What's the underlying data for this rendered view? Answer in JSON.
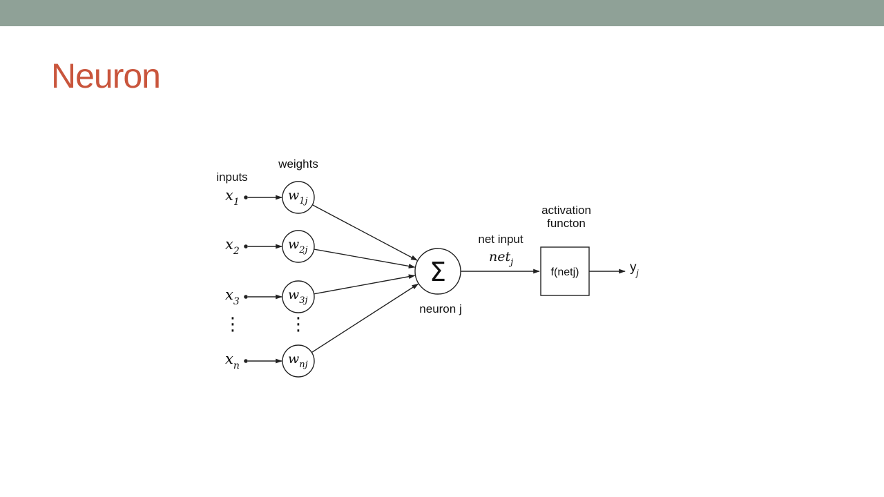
{
  "slide": {
    "title": "Neuron",
    "title_color": "#c9553c",
    "accent_bar_color": "#8fa197"
  },
  "diagram": {
    "labels": {
      "inputs": "inputs",
      "weights": "weights",
      "net_input": "net input",
      "activation_line1": "activation",
      "activation_line2": "functon",
      "neuron": "neuron j",
      "function_box": "f(netj)"
    },
    "summation_symbol": "Σ",
    "vertical_ellipsis": "⋮",
    "net": {
      "base": "net",
      "sub": "j"
    },
    "output": {
      "base": "y",
      "sub": "j"
    },
    "inputs": [
      {
        "x_base": "x",
        "x_sub": "1",
        "w_base": "w",
        "w_sub": "1j"
      },
      {
        "x_base": "x",
        "x_sub": "2",
        "w_base": "w",
        "w_sub": "2j"
      },
      {
        "x_base": "x",
        "x_sub": "3",
        "w_base": "w",
        "w_sub": "3j"
      },
      {
        "x_base": "x",
        "x_sub": "n",
        "w_base": "w",
        "w_sub": "nj"
      }
    ]
  }
}
